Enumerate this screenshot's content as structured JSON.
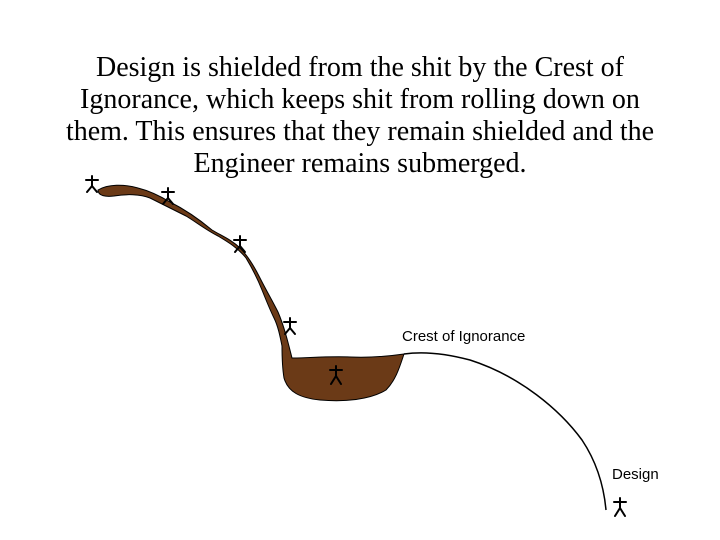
{
  "caption": {
    "lines": [
      "Design is shielded from the shit by the Crest of",
      "Ignorance, which keeps shit from rolling down on",
      "them.  This ensures that they remain shielded and the",
      "Engineer remains submerged."
    ]
  },
  "labels": {
    "crest": "Crest of Ignorance",
    "design": "Design"
  },
  "colors": {
    "shit": "#6b3a17",
    "ink": "#000000"
  },
  "figures": [
    {
      "name": "top-left-figure",
      "icon": "stick-figure-icon"
    },
    {
      "name": "upper-slope-figure",
      "icon": "stick-figure-icon"
    },
    {
      "name": "mid-slope-figure",
      "icon": "stick-figure-icon"
    },
    {
      "name": "lower-slope-figure",
      "icon": "stick-figure-icon"
    },
    {
      "name": "submerged-engineer-figure",
      "icon": "stick-figure-icon"
    },
    {
      "name": "design-figure",
      "icon": "stick-figure-icon"
    }
  ]
}
